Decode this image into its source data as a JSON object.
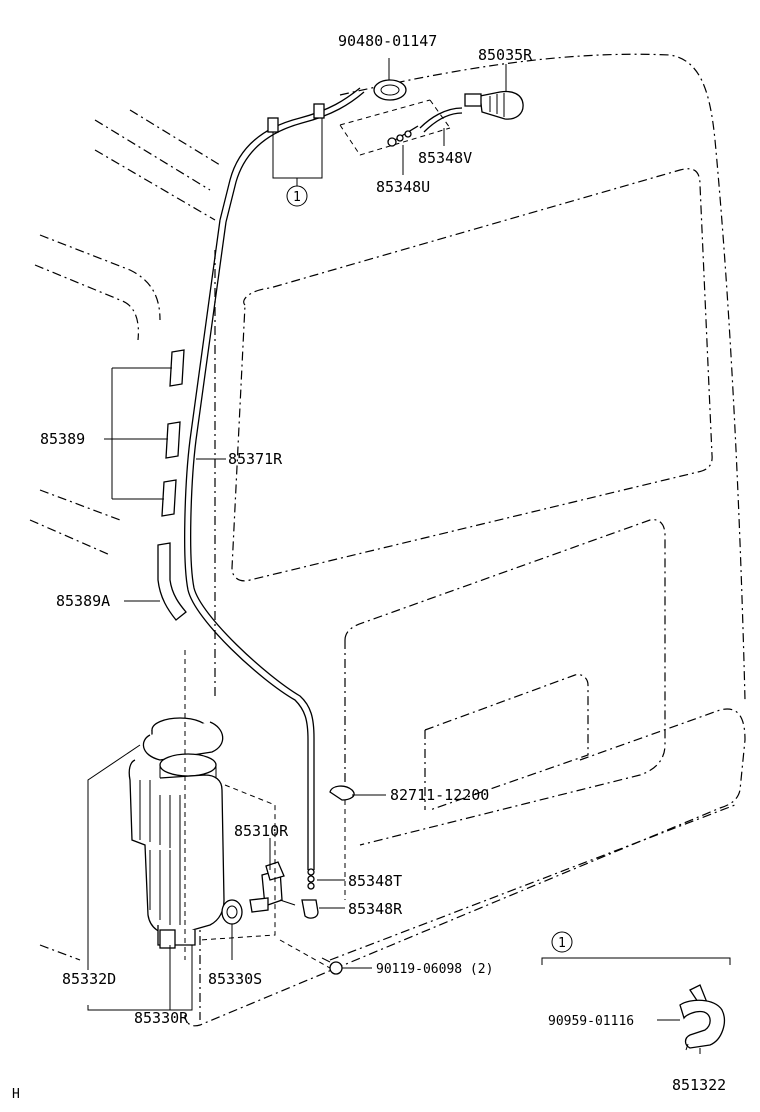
{
  "labels": {
    "p90480": "90480-01147",
    "p85035R": "85035R",
    "p85348V": "85348V",
    "p85348U": "85348U",
    "callout1": "1",
    "p85389": "85389",
    "p85371R": "85371R",
    "p85389A": "85389A",
    "p82711": "82711-12200",
    "p85310R": "85310R",
    "p85348T": "85348T",
    "p85348R": "85348R",
    "p90119": "90119-06098 (2)",
    "p85332D": "85332D",
    "p85330S": "85330S",
    "p85330R": "85330R",
    "inset_callout": "1",
    "p90959": "90959-01116",
    "corner_mark": "H",
    "diagram_number": "851322"
  }
}
